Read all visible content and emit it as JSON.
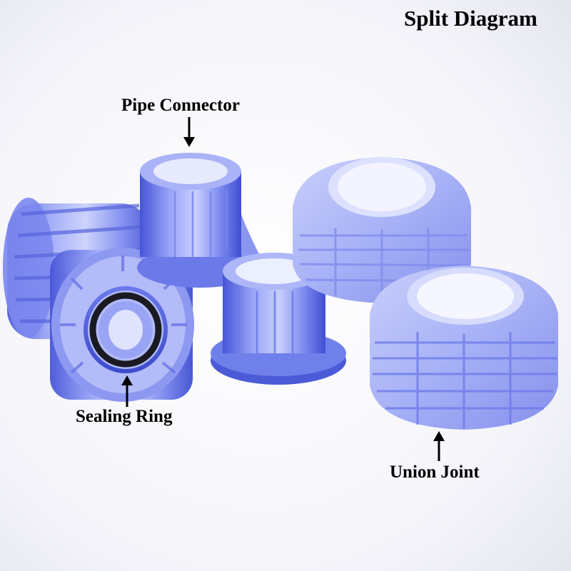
{
  "title": "Split Diagram",
  "labels": {
    "pipe_connector": "Pipe Connector",
    "sealing_ring": "Sealing Ring",
    "union_joint": "Union Joint"
  },
  "colors": {
    "part_blue": "#5a6ae8",
    "part_blue_light": "#aab4f8",
    "seal_black": "#1a1a22",
    "background": "#ffffff"
  }
}
